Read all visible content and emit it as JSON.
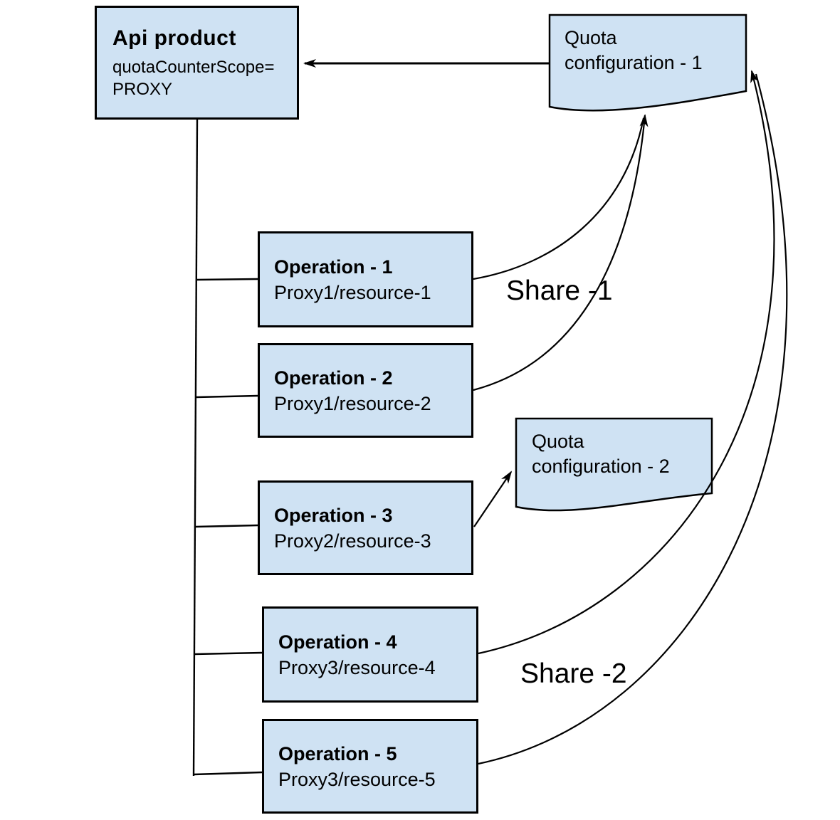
{
  "diagram": {
    "api_product": {
      "title": "Api product",
      "attr_line1": "quotaCounterScope=",
      "attr_line2": "PROXY"
    },
    "quota_configs": [
      {
        "line1": "Quota",
        "line2": "configuration - 1"
      },
      {
        "line1": "Quota",
        "line2": "configuration - 2"
      }
    ],
    "operations": [
      {
        "title": "Operation - 1",
        "path": "Proxy1/resource-1"
      },
      {
        "title": "Operation - 2",
        "path": "Proxy1/resource-2"
      },
      {
        "title": "Operation - 3",
        "path": "Proxy2/resource-3"
      },
      {
        "title": "Operation - 4",
        "path": "Proxy3/resource-4"
      },
      {
        "title": "Operation - 5",
        "path": "Proxy3/resource-5"
      }
    ],
    "labels": {
      "share1": "Share -1",
      "share2": "Share -2"
    },
    "colors": {
      "shape_fill": "#cfe2f3",
      "stroke": "#000000",
      "background": "#ffffff"
    }
  }
}
